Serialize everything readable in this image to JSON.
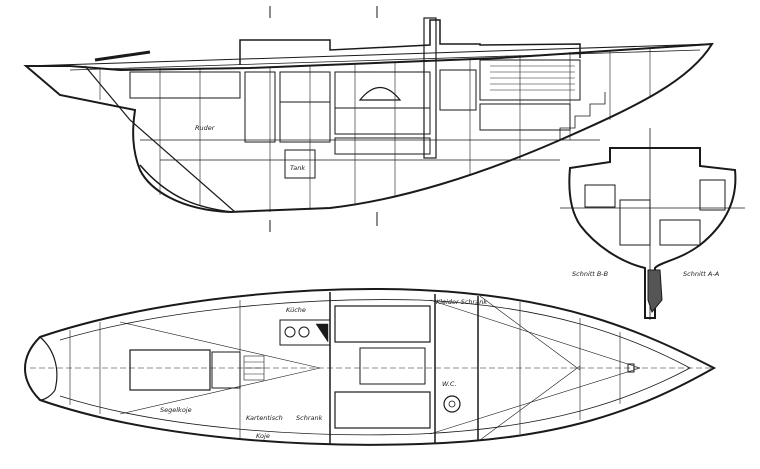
{
  "labels": {
    "rudder": "Ruder",
    "tank": "Tank",
    "galley": "Küche",
    "wardrobe": "Kleider Schrank",
    "wc": "W.C.",
    "sail_locker": "Segelkoje",
    "chart_table": "Kartentisch",
    "cupboard": "Schrank",
    "bunk": "Koje",
    "section_a": "Schnitt B-B",
    "section_b": "Schnitt A-A"
  },
  "colors": {
    "ink": "#1a1a1a",
    "paper": "#ffffff"
  }
}
